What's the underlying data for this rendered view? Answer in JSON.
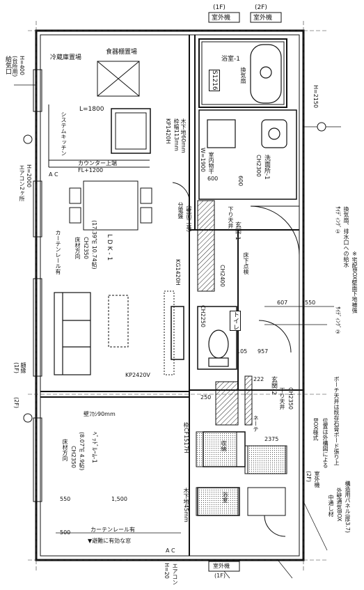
{
  "labels": {
    "ac_1f": "室外機",
    "ac_1f_floor": "(1F)",
    "ac_2f": "室外機",
    "ac_2f_floor": "(2F)",
    "vent": "給気口",
    "vent_sub": "(台所用)",
    "vent_h": "H=400",
    "fridge": "冷蔵庫置場",
    "pantry": "食器棚置場",
    "bath": "浴室-1",
    "bath_unit": "S1216",
    "bath_fan": "換気扇",
    "l1800": "L=1800",
    "h2150": "H=2150",
    "system_kitchen": "システムキッチン",
    "kp": "KP1420H",
    "kp_sub": "枠幅113mm",
    "kp_sub2": "木下地60mm",
    "wash_ext": "室内物干",
    "wash_w": "W=1900",
    "cr_wash": "CH2300",
    "wash_room": "洗面所-1",
    "d600": "600",
    "d1p": "600",
    "counter": "カウンター上端",
    "counter_fl": "FL+1200",
    "ac_unit": "A C",
    "eacon": "エアコン2ヶ所",
    "eacon_h": "H=2000",
    "ldk_name": "L D K - 1",
    "ldk_area": "(17.39㎡ 10.74帖)",
    "ldk_ch": "CH2350",
    "ldk_floor": "床材方向",
    "ldk_curtain": "カーテンレール有",
    "bunki": "分電盤",
    "bunki2": "（壁面工事）",
    "shita": "下り天井",
    "genkan": "玄関-1",
    "toilet": "トイレ",
    "cr2250": "CH2250",
    "kg": "KG1420H",
    "cr2400": "CH2400",
    "sakebi": "床下点検",
    "d607": "607",
    "d550": "550",
    "d957": "957",
    "d105": "105",
    "d250": "250",
    "d222": "222",
    "genkan2": "玄関-2",
    "shita2": "下り天井",
    "nk": "ネーテ",
    "d2375": "2375",
    "cr2350": "CH2350",
    "kp2420": "KP2420V",
    "wall90": "壁ﾌｶｼ90mm",
    "bed": "ﾍﾞｯﾄﾞﾙｰﾑ-1",
    "bed_area": "(8.07㎡ 4.9帖)",
    "bed_ch": "CH2350",
    "bed_floor": "床材方向",
    "d550b": "550",
    "d1500": "1,500",
    "d500": "500",
    "curtain2": "カーテンレール有",
    "evac": "▼避難に有効な窓",
    "ac2": "A C",
    "pkx": "収納",
    "furo": "浴室",
    "pref": "1F",
    "pref2": "2F",
    "cf": "枠CF1517H",
    "cf_sub": "木下地45mm",
    "ac_bottom": "室外機",
    "ac_bottom_floor": "(1F)",
    "eacon_bot": "エアコン",
    "eacon_bot_h": "H=20",
    "r_note1": "ｻｲﾃﾞｨﾝｸﾞ①",
    "r_note2": "換気扇、排水口ヘの給水",
    "r_note3": "※宅配BOX壁面下地補強",
    "r_note4": "ｻｲﾃﾞｨﾝｸﾞ②",
    "r_note5": "ボーチ天井は既存石膏ボード張り上",
    "r_note6": "位置は外構図による",
    "r_note7": "BOX様式",
    "r_note8": "室外機",
    "r_note9": "(2F)",
    "r_note10": "構造用パネル(厚3.7)",
    "r_note11": "外壁通気BOX",
    "r_note12": "中通し材",
    "genkan_label": "玄関",
    "gakusa": "額縁",
    "gakusa_f1": "(1F)",
    "gakusa_f2": "(2F)"
  }
}
